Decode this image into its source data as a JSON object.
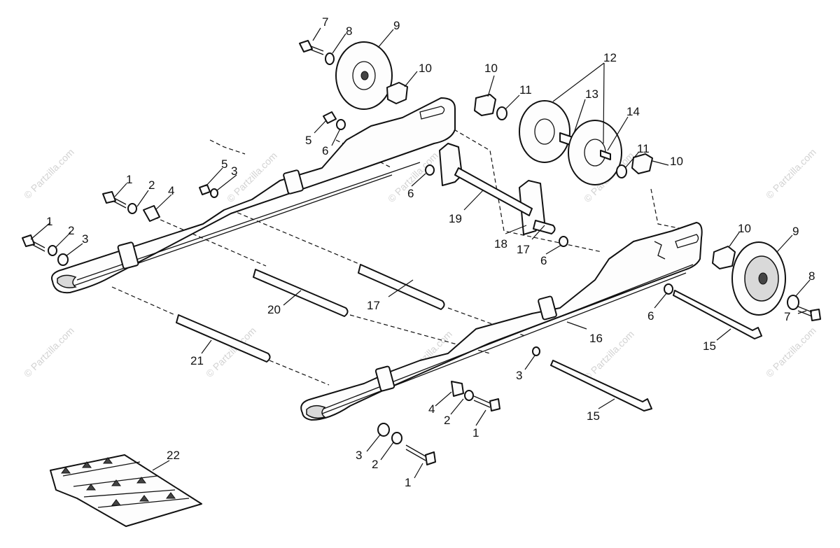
{
  "watermark": "© Partzilla.com",
  "callouts": [
    "1",
    "2",
    "3",
    "4",
    "5",
    "6",
    "7",
    "8",
    "9",
    "10",
    "11",
    "12",
    "13",
    "14",
    "15",
    "16",
    "17",
    "18",
    "19",
    "20",
    "21",
    "22"
  ]
}
